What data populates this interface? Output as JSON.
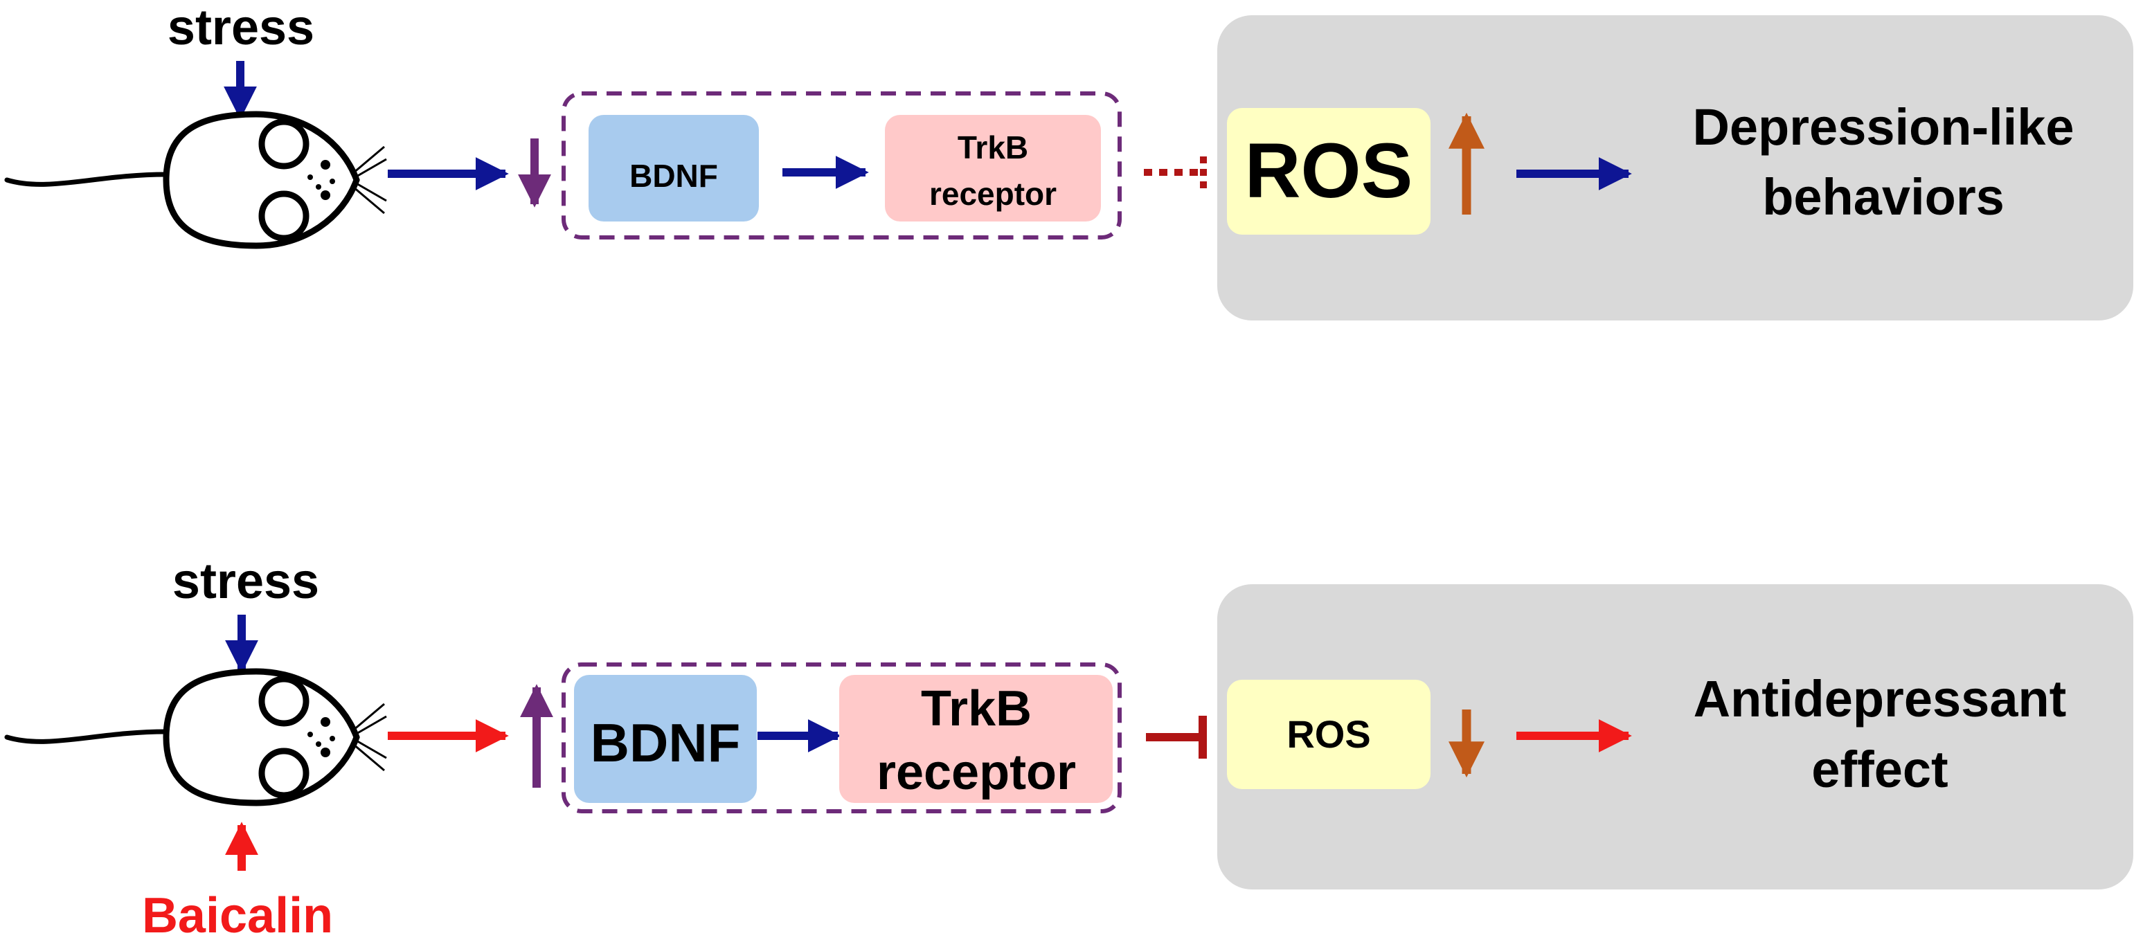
{
  "colors": {
    "navy": "#0e1594",
    "red": "#f21a1a",
    "darkred": "#b01515",
    "purple": "#6d2b79",
    "orange": "#c15a19",
    "bdnf_fill": "#a8cbee",
    "trkb_fill": "#ffc9c9",
    "ros_fill": "#ffffc2",
    "panel_fill": "#d9d9d9"
  },
  "top_pathway": {
    "stress_label": "stress",
    "bdnf_label": "BDNF",
    "trkb_label_line1": "TrkB",
    "trkb_label_line2": "receptor",
    "ros_label": "ROS",
    "outcome_line1": "Depression-like",
    "outcome_line2": "behaviors"
  },
  "bottom_pathway": {
    "stress_label": "stress",
    "drug_label": "Baicalin",
    "bdnf_label": "BDNF",
    "trkb_label_line1": "TrkB",
    "trkb_label_line2": "receptor",
    "ros_label": "ROS",
    "outcome_line1": "Antidepressant",
    "outcome_line2": "effect"
  }
}
